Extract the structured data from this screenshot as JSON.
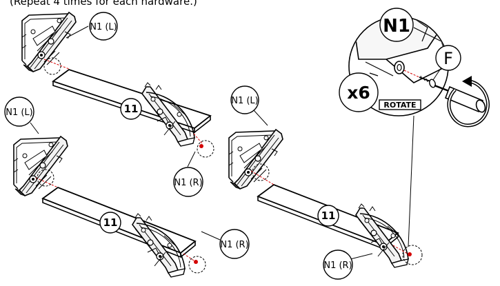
{
  "header_text": "(Repeat 4 times for each hardware.)",
  "labels": {
    "n1_left": "N1 (L)",
    "n1_right": "N1 (R)",
    "panel_number": "11",
    "callout_part": "N1",
    "fastener": "F",
    "quantity": "x6",
    "rotate": "ROTATE"
  },
  "colors": {
    "line": "#000000",
    "highlight": "#d40000",
    "bracket_fill": "#e8e8e8"
  },
  "icons": {
    "screwdriver": "screwdriver-icon",
    "rotate_arrow": "rotate-arrow-icon",
    "screw": "screw-icon"
  }
}
